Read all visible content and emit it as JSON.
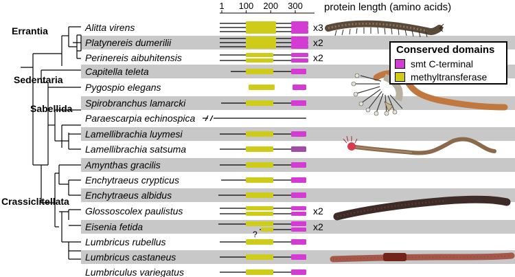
{
  "axis": {
    "title": "protein length (amino acids)",
    "ticks": [
      {
        "value": 1,
        "label": "1"
      },
      {
        "value": 100,
        "label": "100"
      },
      {
        "value": 200,
        "label": "200"
      },
      {
        "value": 300,
        "label": "300"
      }
    ]
  },
  "clades": {
    "errantia": "Errantia",
    "sedentaria": "Sedentaria",
    "sabellida": "Sabellida",
    "crassiclitellata": "Crassiclitellata"
  },
  "legend": {
    "title": "Conserved domains",
    "items": [
      {
        "label": "smt C-terminal",
        "color": "#d43ad4"
      },
      {
        "label": "methyltransferase",
        "color": "#cfcc19"
      }
    ]
  },
  "colors": {
    "smt_c_terminal": "#d43ad4",
    "smt_c_terminal_faint": "#a24ca8",
    "methyltransferase": "#cfcc19",
    "row_shading": "#c8c8c8"
  },
  "species": [
    {
      "name": "Alitta virens",
      "shaded": false,
      "multiplier": "x3"
    },
    {
      "name": "Platynereis dumerilii",
      "shaded": true,
      "multiplier": "x2"
    },
    {
      "name": "Perinereis aibuhitensis",
      "shaded": false,
      "multiplier": "x2"
    },
    {
      "name": "Capitella teleta",
      "shaded": true,
      "multiplier": ""
    },
    {
      "name": "Pygospio elegans",
      "shaded": false,
      "multiplier": ""
    },
    {
      "name": "Spirobranchus lamarcki",
      "shaded": true,
      "multiplier": ""
    },
    {
      "name": "Paraescarpia echinospica",
      "shaded": false,
      "multiplier": ""
    },
    {
      "name": "Lamellibrachia luymesi",
      "shaded": true,
      "multiplier": ""
    },
    {
      "name": "Lamellibrachia satsuma",
      "shaded": false,
      "multiplier": ""
    },
    {
      "name": "Amynthas gracilis",
      "shaded": true,
      "multiplier": ""
    },
    {
      "name": "Enchytraeus crypticus",
      "shaded": false,
      "multiplier": ""
    },
    {
      "name": "Enchytraeus albidus",
      "shaded": true,
      "multiplier": ""
    },
    {
      "name": "Glossoscolex paulistus",
      "shaded": false,
      "multiplier": "x2"
    },
    {
      "name": "Eisenia fetida",
      "shaded": true,
      "multiplier": "x2"
    },
    {
      "name": "Lumbricus rubellus",
      "shaded": false,
      "multiplier": ""
    },
    {
      "name": "Lumbricus castaneus",
      "shaded": true,
      "multiplier": ""
    },
    {
      "name": "Lumbriculus variegatus",
      "shaded": false,
      "multiplier": ""
    }
  ],
  "annotations": {
    "uncertain_domain": "?"
  },
  "illustrations": [
    "ragworm-illustration",
    "fan-worm-illustration",
    "tubeworm-illustration",
    "earthworm-illustration",
    "earthworm-clitellum-illustration"
  ]
}
